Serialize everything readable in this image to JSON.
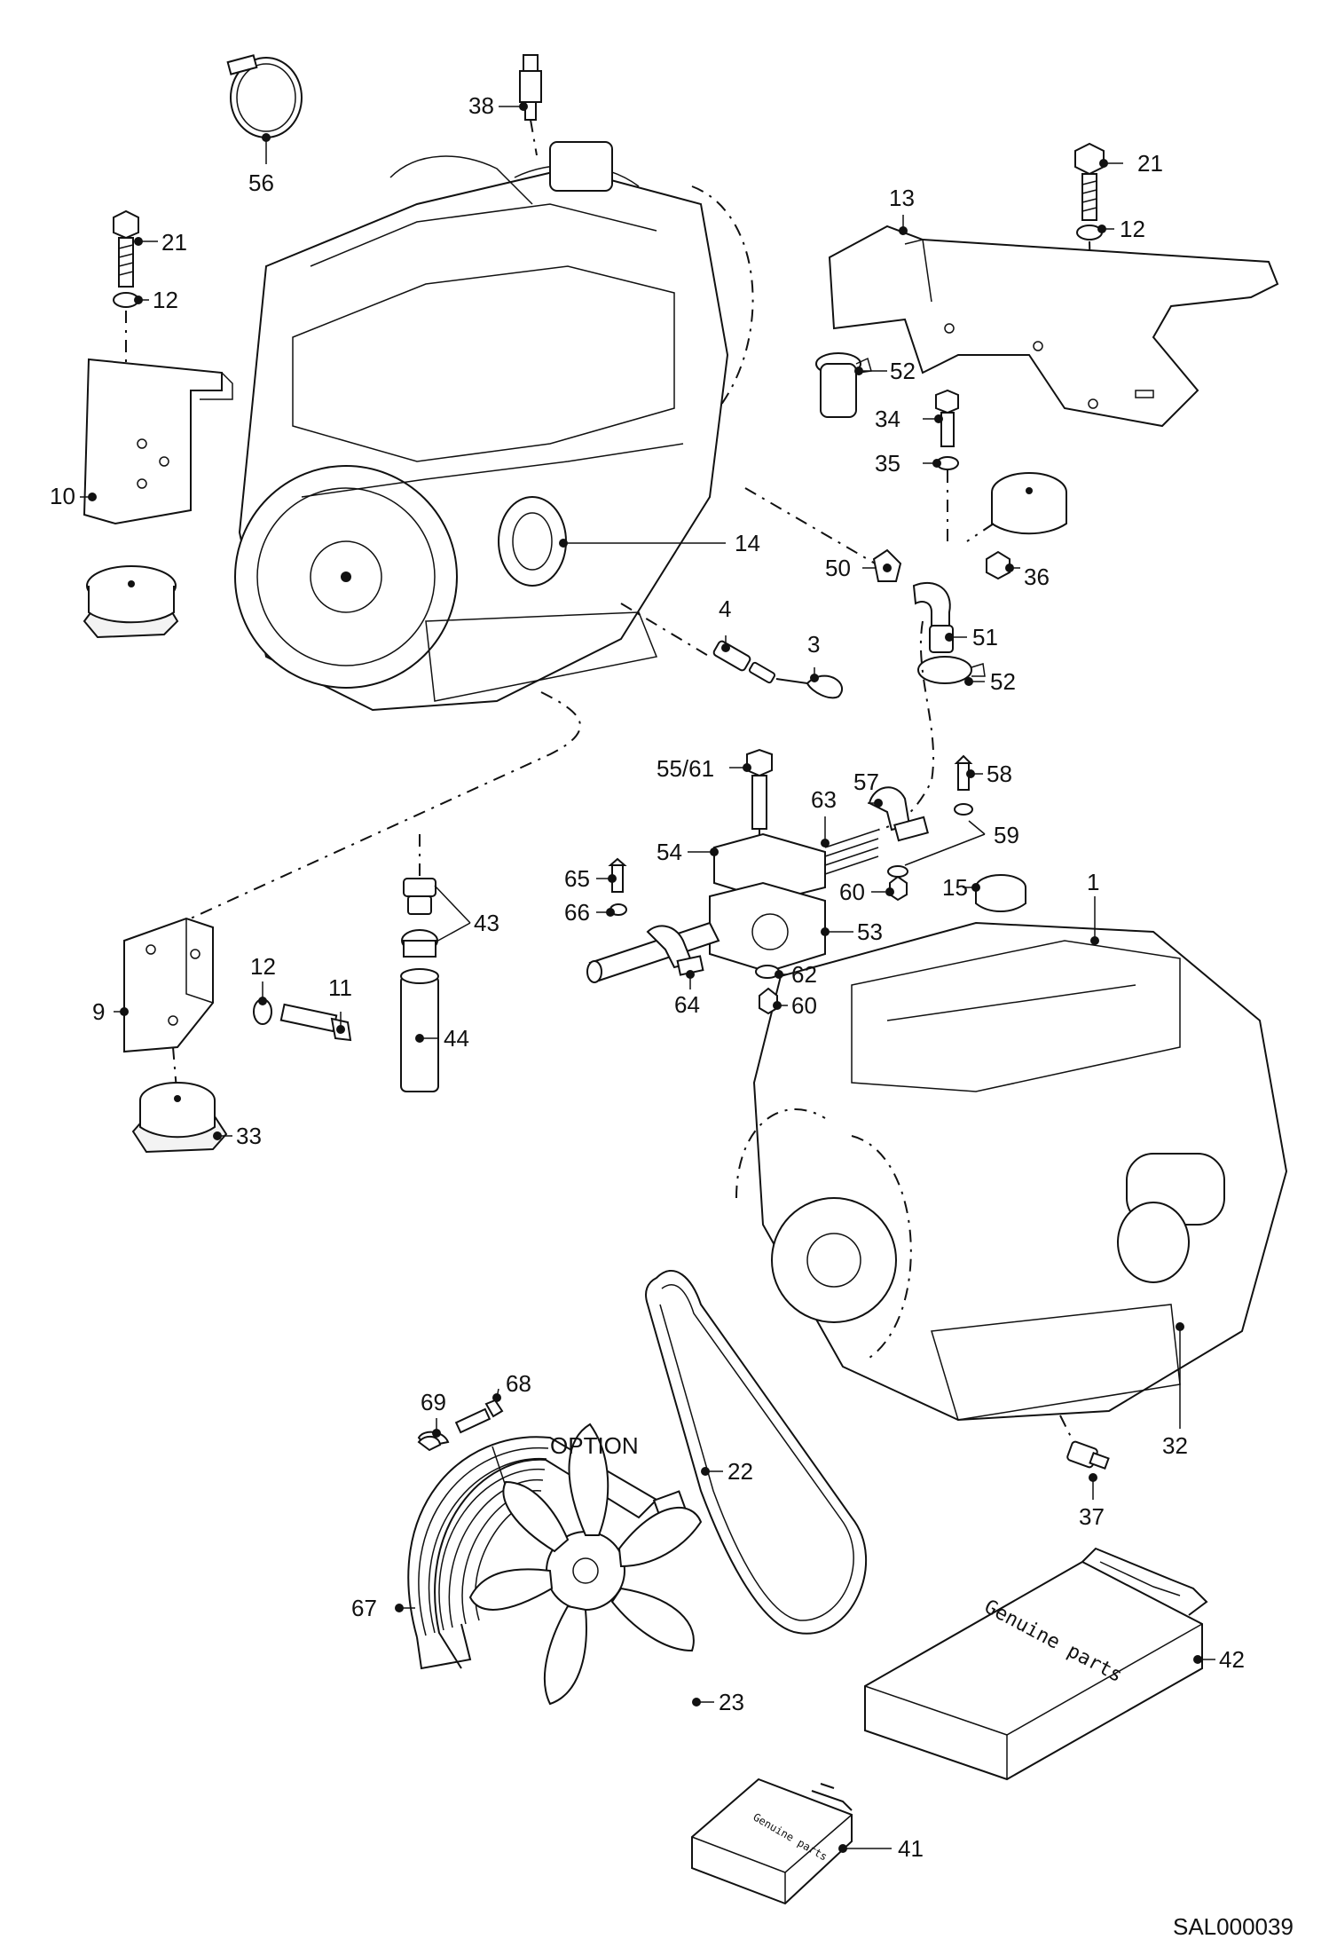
{
  "callouts": [
    {
      "id": "c38",
      "label": "38"
    },
    {
      "id": "c56",
      "label": "56"
    },
    {
      "id": "c21a",
      "label": "21"
    },
    {
      "id": "c12a",
      "label": "12"
    },
    {
      "id": "c10",
      "label": "10"
    },
    {
      "id": "c21b",
      "label": "21"
    },
    {
      "id": "c12b",
      "label": "12"
    },
    {
      "id": "c13",
      "label": "13"
    },
    {
      "id": "c52a",
      "label": "52"
    },
    {
      "id": "c34",
      "label": "34"
    },
    {
      "id": "c35",
      "label": "35"
    },
    {
      "id": "c36",
      "label": "36"
    },
    {
      "id": "c14",
      "label": "14"
    },
    {
      "id": "c50",
      "label": "50"
    },
    {
      "id": "c51",
      "label": "51"
    },
    {
      "id": "c52b",
      "label": "52"
    },
    {
      "id": "c4",
      "label": "4"
    },
    {
      "id": "c3",
      "label": "3"
    },
    {
      "id": "c5561",
      "label": "55/61"
    },
    {
      "id": "c57",
      "label": "57"
    },
    {
      "id": "c58",
      "label": "58"
    },
    {
      "id": "c63",
      "label": "63"
    },
    {
      "id": "c59",
      "label": "59"
    },
    {
      "id": "c54",
      "label": "54"
    },
    {
      "id": "c65",
      "label": "65"
    },
    {
      "id": "c60a",
      "label": "60"
    },
    {
      "id": "c66",
      "label": "66"
    },
    {
      "id": "c15",
      "label": "15"
    },
    {
      "id": "c1",
      "label": "1"
    },
    {
      "id": "c43",
      "label": "43"
    },
    {
      "id": "c53",
      "label": "53"
    },
    {
      "id": "c62",
      "label": "62"
    },
    {
      "id": "c64",
      "label": "64"
    },
    {
      "id": "c60b",
      "label": "60"
    },
    {
      "id": "c9",
      "label": "9"
    },
    {
      "id": "c12c",
      "label": "12"
    },
    {
      "id": "c11",
      "label": "11"
    },
    {
      "id": "c44",
      "label": "44"
    },
    {
      "id": "c33",
      "label": "33"
    },
    {
      "id": "c68",
      "label": "68"
    },
    {
      "id": "c69",
      "label": "69"
    },
    {
      "id": "c22",
      "label": "22"
    },
    {
      "id": "c32",
      "label": "32"
    },
    {
      "id": "c37",
      "label": "37"
    },
    {
      "id": "c67",
      "label": "67"
    },
    {
      "id": "c23",
      "label": "23"
    },
    {
      "id": "c42",
      "label": "42"
    },
    {
      "id": "c41",
      "label": "41"
    }
  ],
  "option_label": "OPTION",
  "book_large_text": "Genuine parts",
  "book_small_text": "Genuine parts",
  "drawing_code": "SAL000039"
}
